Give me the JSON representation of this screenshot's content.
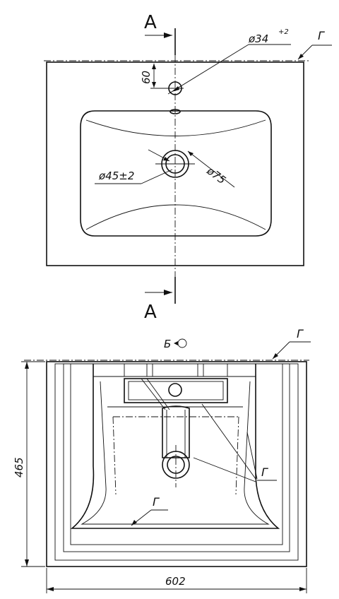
{
  "top_view": {
    "section_marker_top": "A",
    "section_marker_bottom": "A",
    "dim_tap_hole": "ø34",
    "dim_tap_hole_tol": "+2",
    "dim_tap_offset": "60",
    "dim_drain_inner": "ø45±2",
    "dim_drain_outer": "ø75",
    "label_edge": "Г"
  },
  "bottom_view": {
    "label_view": "Б",
    "dim_height": "465",
    "dim_width": "602",
    "label_edge_top": "Г",
    "label_edge_middle": "Г",
    "label_edge_bottom": "Г"
  }
}
